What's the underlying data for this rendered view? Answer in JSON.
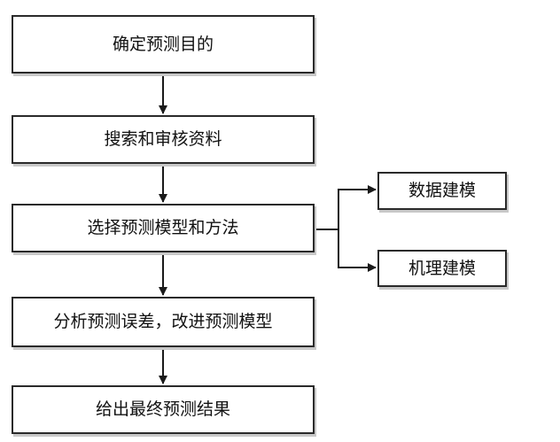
{
  "flowchart": {
    "steps": [
      "确定预测目的",
      "搜索和审核资料",
      "选择预测模型和方法",
      "分析预测误差，改进预测模型",
      "给出最终预测结果"
    ],
    "branches": [
      "数据建模",
      "机理建模"
    ]
  }
}
